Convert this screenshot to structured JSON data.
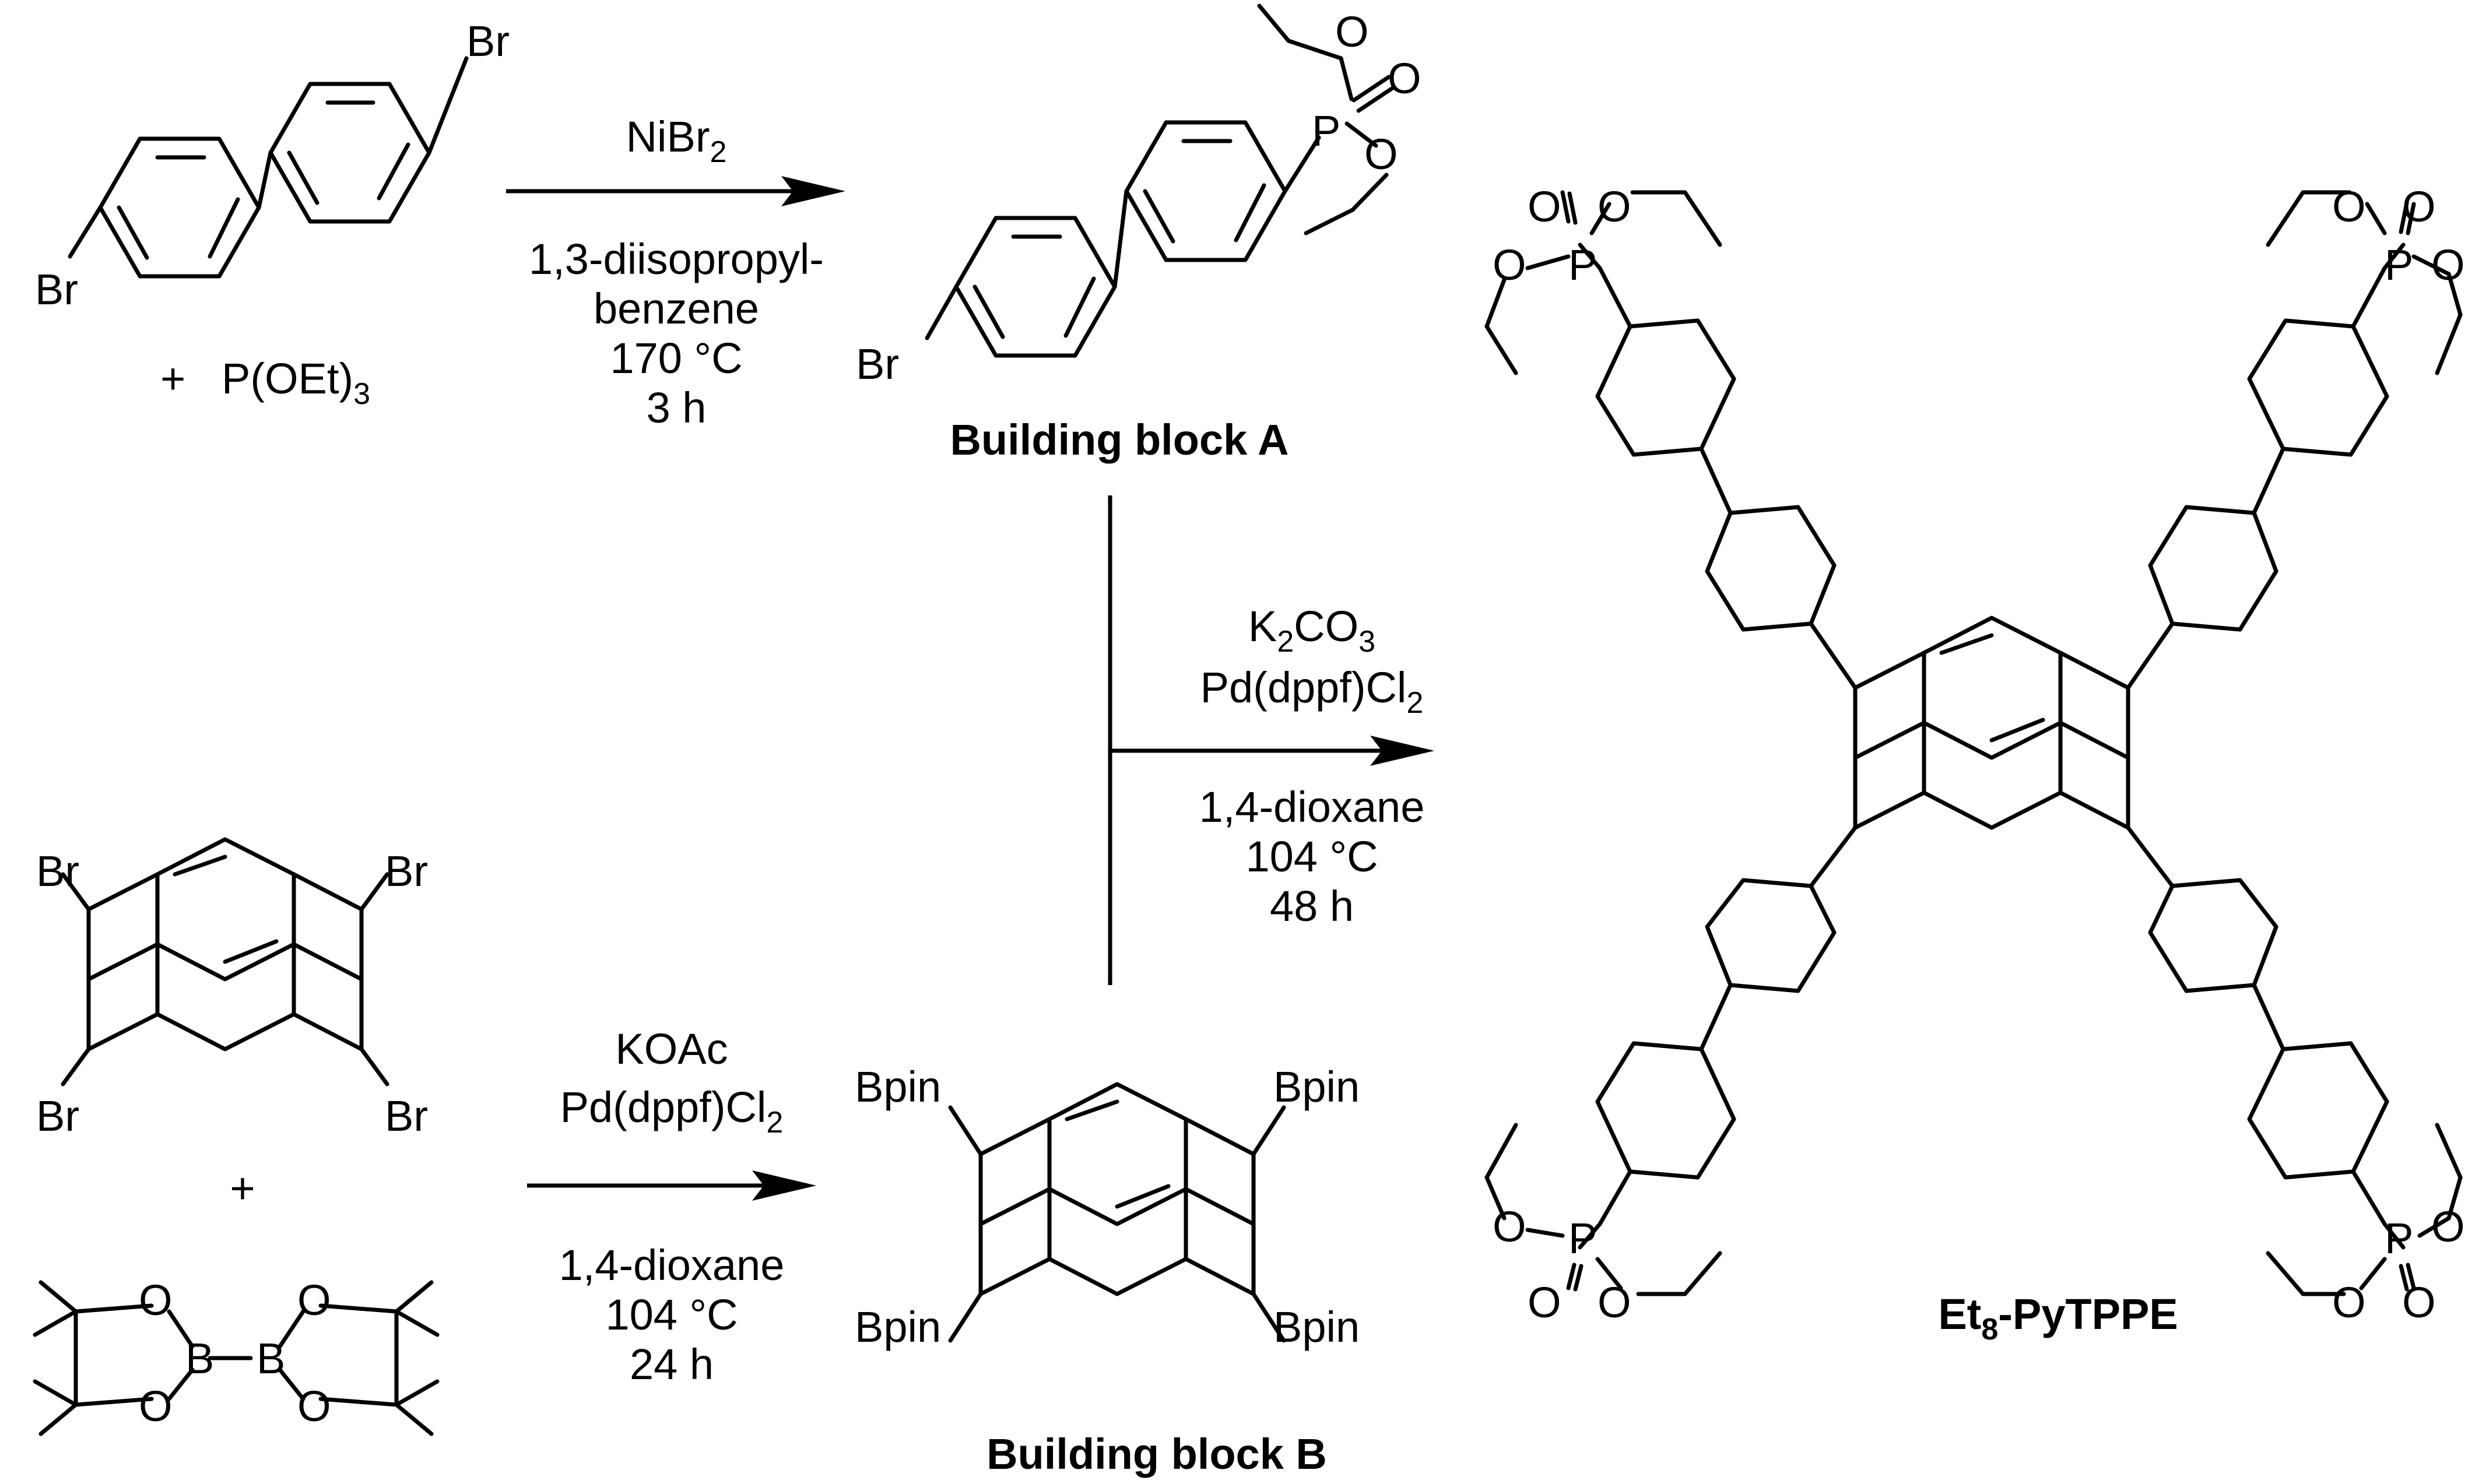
{
  "atoms": {
    "br": "Br",
    "o": "O",
    "p": "P",
    "b": "B",
    "bpin": "Bpin",
    "plus": "+"
  },
  "reagents": {
    "triethyl_phosphite": "P(OEt)",
    "triethyl_phosphite_sub": "3"
  },
  "reaction1": {
    "catalyst": "NiBr",
    "catalyst_sub": "2",
    "solvent_line1": "1,3-diisopropyl-",
    "solvent_line2": "benzene",
    "temperature": "170 °C",
    "time": "3 h"
  },
  "reaction2": {
    "base": "KOAc",
    "catalyst": "Pd(dppf)Cl",
    "catalyst_sub": "2",
    "solvent": "1,4-dioxane",
    "temperature": "104 °C",
    "time": "24 h"
  },
  "reaction3": {
    "base": "K",
    "base_sub": "2",
    "base_tail": "CO",
    "base_tail_sub": "3",
    "catalyst": "Pd(dppf)Cl",
    "catalyst_sub": "2",
    "solvent": "1,4-dioxane",
    "temperature": "104 °C",
    "time": "48 h"
  },
  "products": {
    "block_a": "Building block A",
    "block_b": "Building block B",
    "final_prefix": "Et",
    "final_sub": "8",
    "final_suffix": "-PyTPPE"
  }
}
